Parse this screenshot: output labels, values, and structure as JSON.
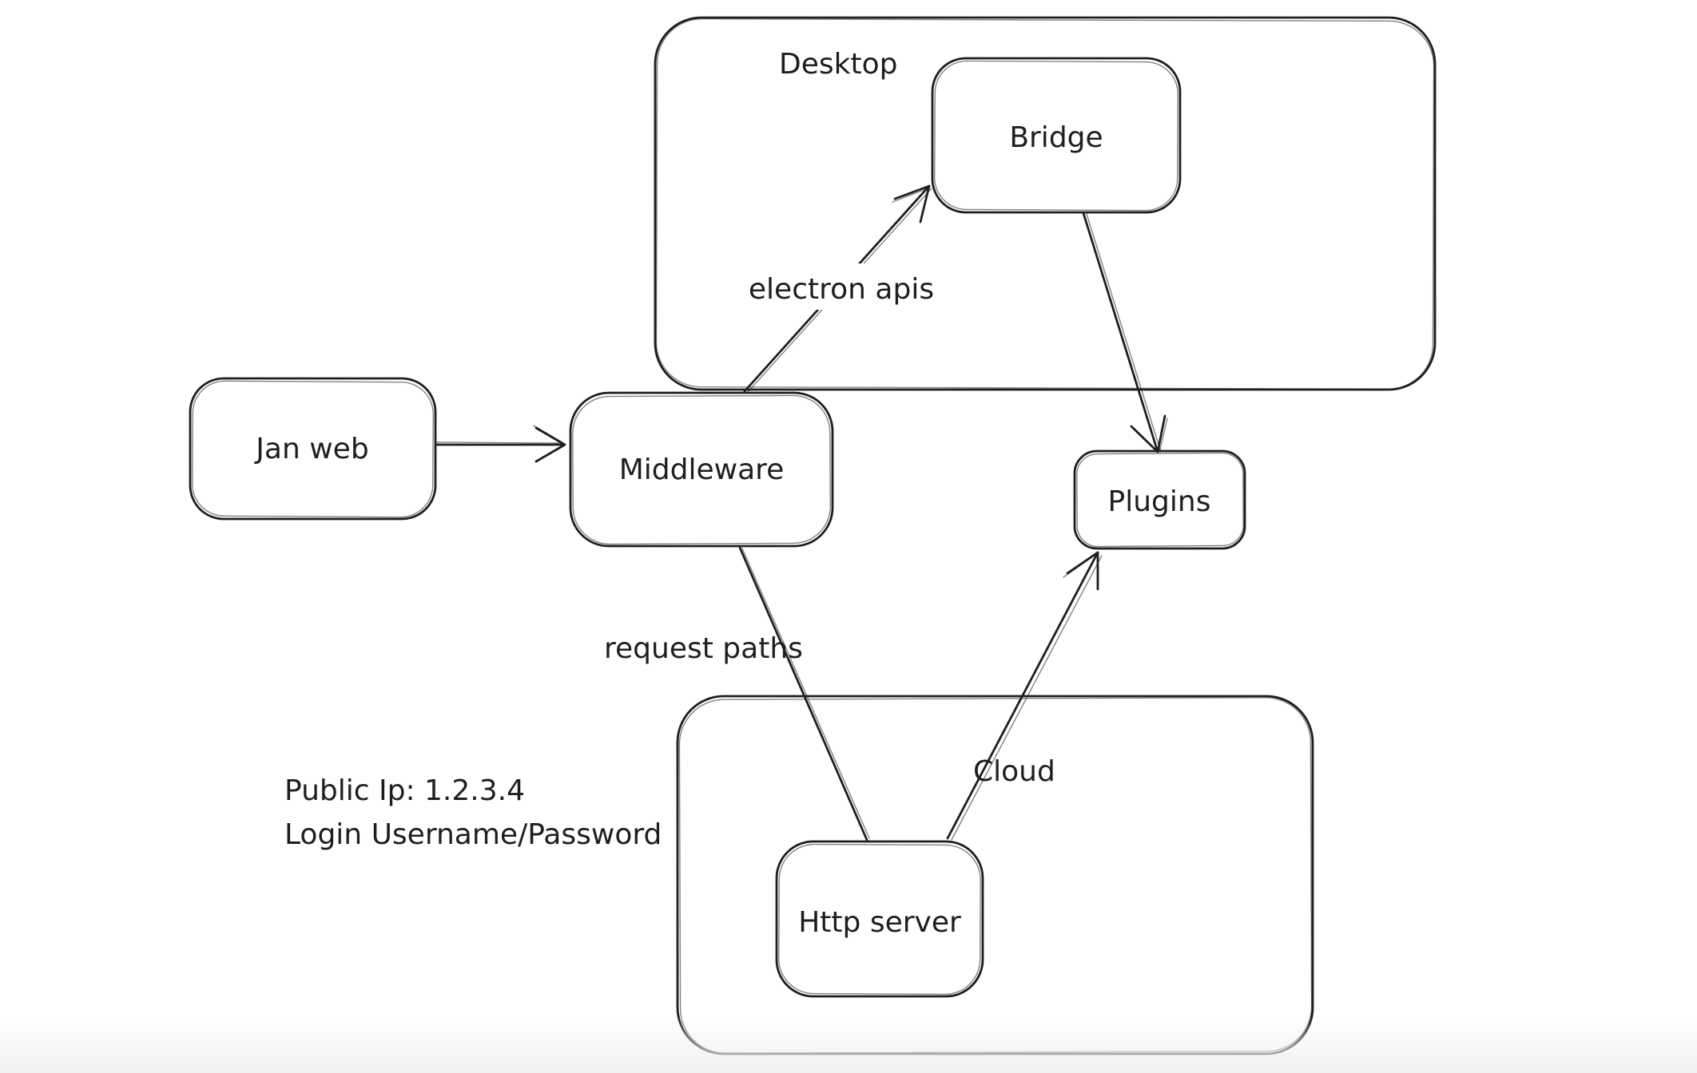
{
  "canvas": {
    "background": "#ffffff",
    "stroke_color": "#1e1e1e",
    "bottom_fade_color": "#f0f0f0"
  },
  "containers": [
    {
      "id": "desktop",
      "label": "Desktop"
    },
    {
      "id": "cloud",
      "label": "Cloud"
    }
  ],
  "nodes": [
    {
      "id": "jan-web",
      "label": "Jan web"
    },
    {
      "id": "middleware",
      "label": "Middleware"
    },
    {
      "id": "bridge",
      "label": "Bridge"
    },
    {
      "id": "plugins",
      "label": "Plugins"
    },
    {
      "id": "http-server",
      "label": "Http server"
    }
  ],
  "edges": [
    {
      "id": "jan-web-to-middleware",
      "from": "Jan web",
      "to": "Middleware",
      "label": "",
      "arrowhead": true
    },
    {
      "id": "middleware-to-bridge",
      "from": "Middleware",
      "to": "Bridge",
      "label": "electron apis",
      "arrowhead": true
    },
    {
      "id": "bridge-to-plugins",
      "from": "Bridge",
      "to": "Plugins",
      "label": "",
      "arrowhead": true
    },
    {
      "id": "middleware-to-http-server",
      "from": "Middleware",
      "to": "Http server",
      "label": "request paths",
      "arrowhead": false
    },
    {
      "id": "http-server-to-plugins",
      "from": "Http server",
      "to": "Plugins",
      "label": "",
      "arrowhead": true
    }
  ],
  "annotation": {
    "line1": "Public Ip: 1.2.3.4",
    "line2": "Login Username/Password"
  }
}
